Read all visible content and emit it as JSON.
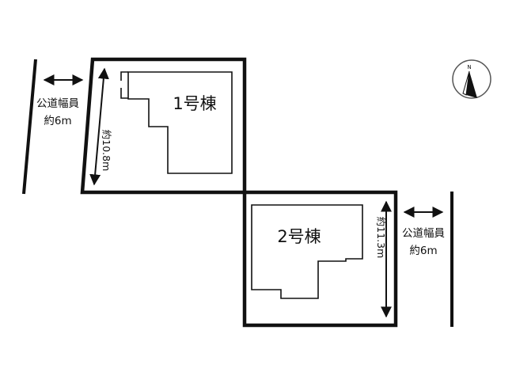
{
  "lot1": {
    "building_label": "1号棟",
    "depth_label": "約10.8m"
  },
  "lot2": {
    "building_label": "2号棟",
    "depth_label": "約11.3m"
  },
  "road_left": {
    "name": "公道幅員",
    "width": "約6m"
  },
  "road_right": {
    "name": "公道幅員",
    "width": "約6m"
  },
  "compass": {
    "north_label": "N"
  }
}
